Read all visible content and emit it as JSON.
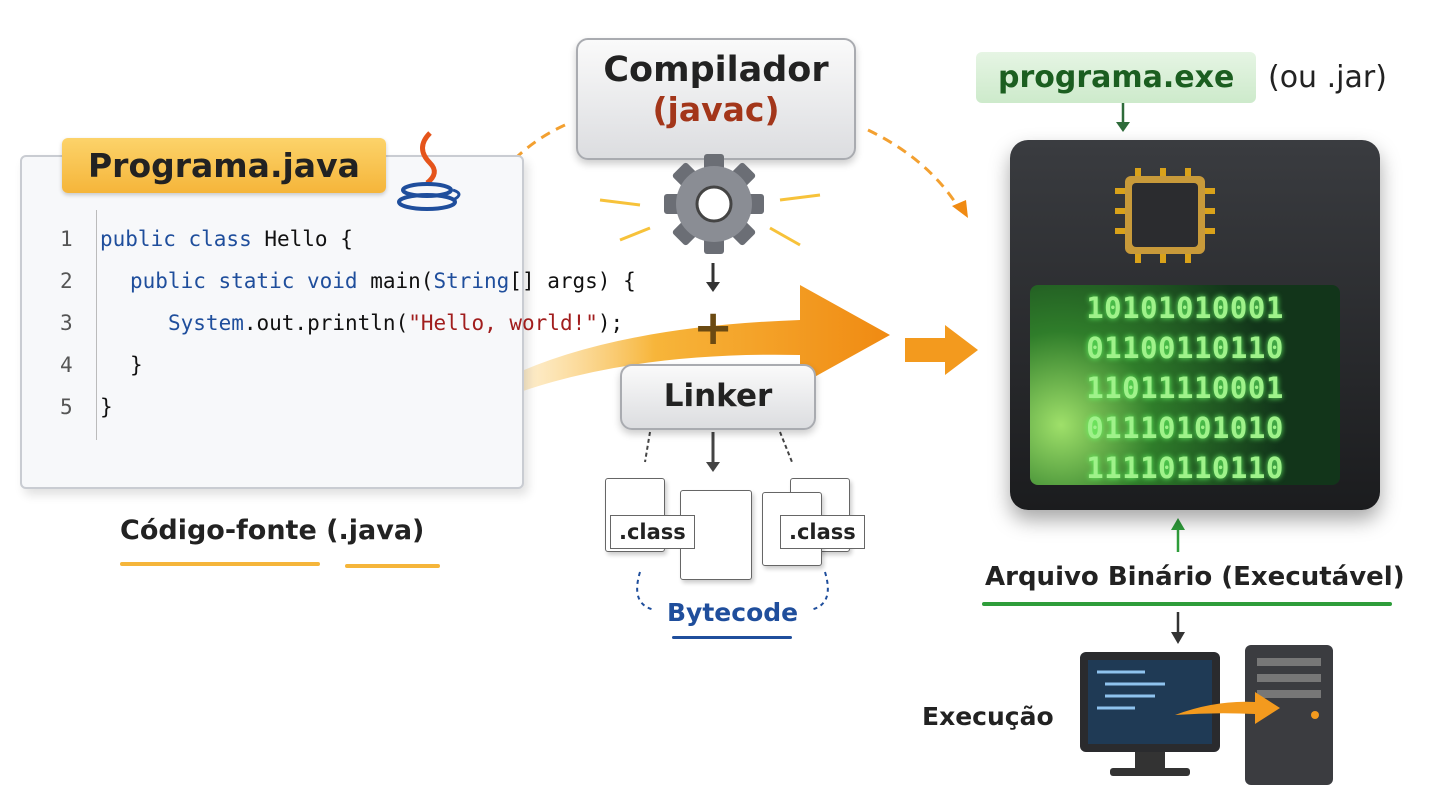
{
  "source": {
    "file_title": "Programa.java",
    "code_lines": [
      {
        "num": "1",
        "kw": "public class",
        "rest": " Hello {"
      },
      {
        "num": "2",
        "kw": "public static void",
        "rest": " main(",
        "type": "String",
        "rest2": "[] args) {"
      },
      {
        "num": "3",
        "obj": "System",
        "rest": ".out.println(",
        "str": "\"Hello, world!\"",
        "end": ");"
      },
      {
        "num": "4",
        "rest": "}"
      },
      {
        "num": "5",
        "rest": "}"
      }
    ],
    "caption": "Código-fonte (.java)",
    "icon": "java-coffee-cup-icon"
  },
  "compiler": {
    "title": "Compilador",
    "subtitle": "(javac)",
    "icon": "gear-icon"
  },
  "plus": "+",
  "linker": {
    "title": "Linker"
  },
  "bytecode": {
    "files": [
      ".class",
      ".class"
    ],
    "label": "Bytecode"
  },
  "output": {
    "file_label": "programa.exe",
    "alt": "(ou .jar)",
    "binary_rows": [
      "10101010001",
      "01100110110",
      "11011110001",
      "01110101010",
      "11110110110"
    ],
    "caption": "Arquivo Binário (Executável)",
    "icon": "cpu-chip-icon"
  },
  "execution": {
    "label": "Execução",
    "icon": "computer-icon"
  },
  "colors": {
    "orange": "#f39a1e",
    "green": "#2e9d3a",
    "blue": "#1f4e9c",
    "yellow": "#f5b53a"
  }
}
